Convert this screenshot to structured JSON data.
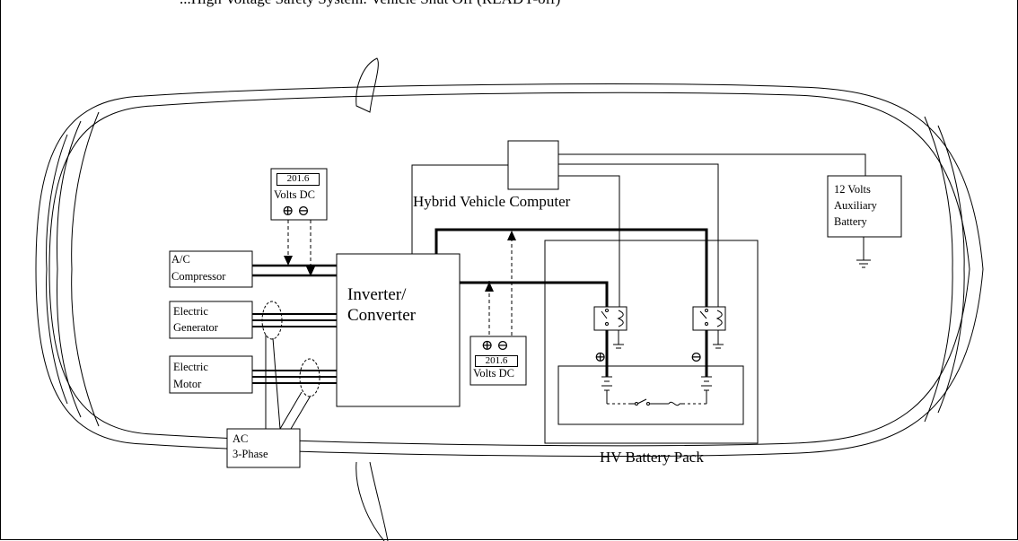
{
  "caption_top": "...High Voltage Safety System: Vehicle Shut Off (READY-off)",
  "labels": {
    "hybrid_vehicle_computer": "Hybrid Vehicle Computer",
    "aux_battery": [
      "12 Volts",
      "Auxiliary",
      "Battery"
    ],
    "ac_compressor": [
      "A/C",
      "Compressor"
    ],
    "electric_generator": [
      "Electric",
      "Generator"
    ],
    "electric_motor": [
      "Electric",
      "Motor"
    ],
    "inverter_converter": [
      "Inverter/",
      "Converter"
    ],
    "ac_3phase": [
      "AC",
      "3-Phase"
    ],
    "hv_battery_pack": "HV Battery Pack",
    "plus": "⊕",
    "minus": "⊖"
  },
  "meter_top": {
    "reading": "201.6",
    "unit": "Volts DC",
    "terminals": "⊕ ⊖"
  },
  "meter_bottom": {
    "reading": "201.6",
    "unit": "Volts DC",
    "terminals": "⊕ ⊖"
  },
  "colors": {
    "line": "#000000",
    "background": "#ffffff"
  }
}
